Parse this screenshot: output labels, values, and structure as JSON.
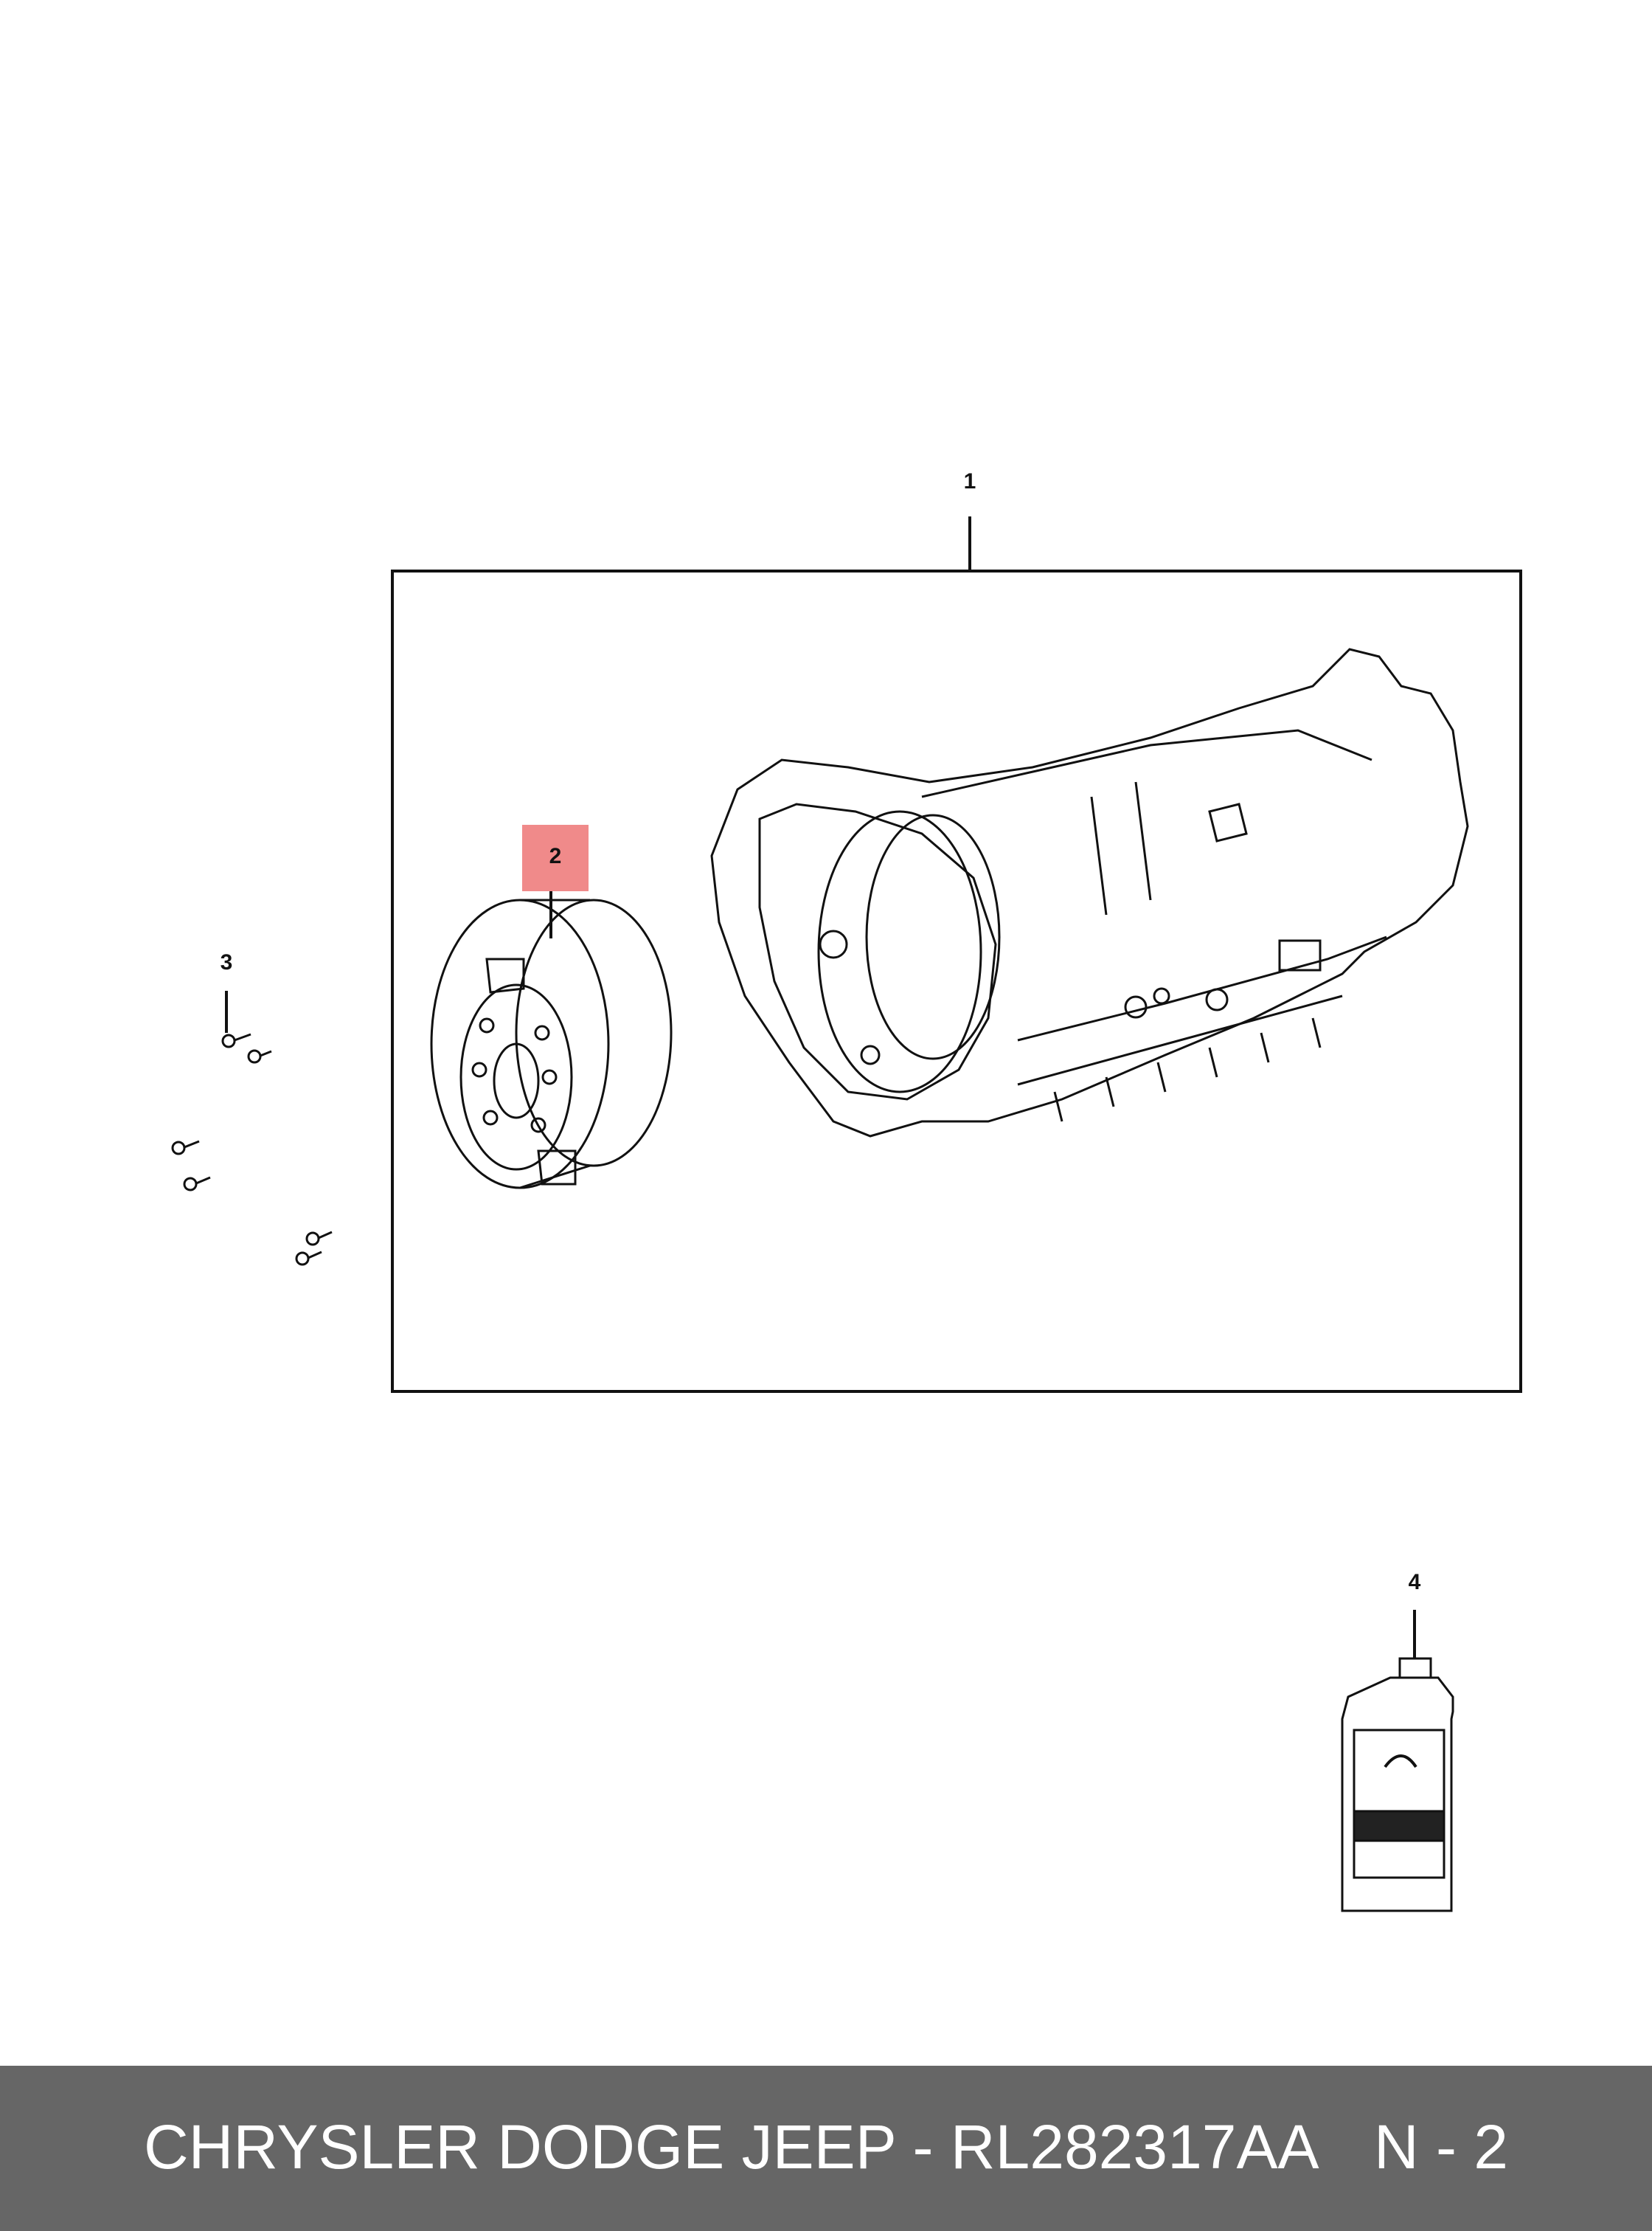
{
  "callouts": {
    "c1": "1",
    "c2": "2",
    "c3": "3",
    "c4": "4"
  },
  "highlight_color": "#f08a8a",
  "footer": {
    "text": "CHRYSLER DODGE JEEP - RL282317AA",
    "page": "N - 2",
    "background": "#666666"
  }
}
